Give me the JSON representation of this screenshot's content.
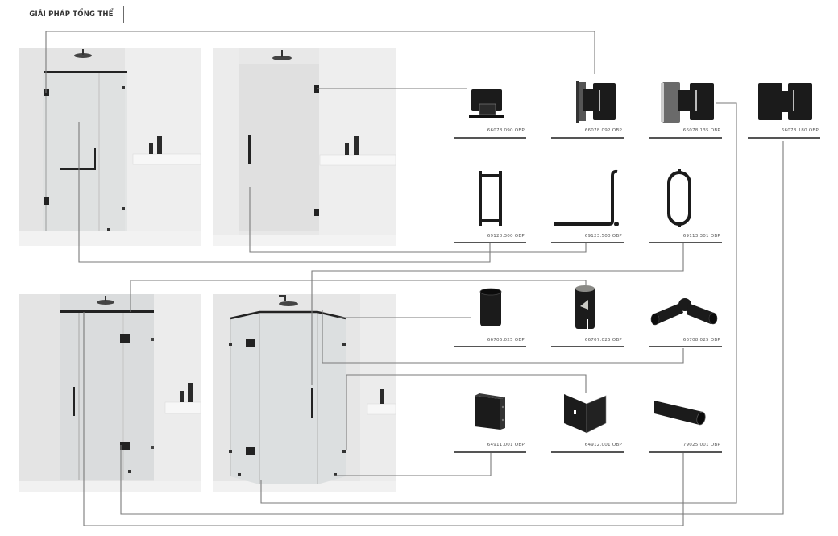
{
  "header": {
    "title": "GIẢI PHÁP TỔNG THỂ"
  },
  "photos": [
    {
      "id": "shower-1",
      "label": "shower-enclosure-sliding-hinged"
    },
    {
      "id": "shower-2",
      "label": "shower-enclosure-single-door"
    },
    {
      "id": "shower-3",
      "label": "shower-enclosure-hinged-panels"
    },
    {
      "id": "shower-4",
      "label": "shower-enclosure-corner-pentagon"
    }
  ],
  "products": {
    "row1": [
      {
        "code": "66078.090 OBP",
        "type": "glass-wall-hinge"
      },
      {
        "code": "66078.092 OBP",
        "type": "glass-glass-hinge"
      },
      {
        "code": "66078.135 OBP",
        "type": "glass-hinge-135"
      },
      {
        "code": "66078.180 OBP",
        "type": "glass-hinge-180"
      }
    ],
    "row2": [
      {
        "code": "69120.300 OBP",
        "type": "pull-handle-straight"
      },
      {
        "code": "69123.500 OBP",
        "type": "towel-bar-handle"
      },
      {
        "code": "69113.301 OBP",
        "type": "pull-handle-loop"
      }
    ],
    "row3": [
      {
        "code": "66706.025 OBP",
        "type": "tube-wall-flange"
      },
      {
        "code": "66707.025 OBP",
        "type": "tube-glass-connector"
      },
      {
        "code": "66708.025 OBP",
        "type": "tube-angle-connector"
      }
    ],
    "row4": [
      {
        "code": "64911.001 OBP",
        "type": "glass-clamp-wall"
      },
      {
        "code": "64912.001 OBP",
        "type": "glass-clamp-90"
      },
      {
        "code": "79025.001 OBP",
        "type": "support-tube"
      }
    ]
  },
  "colors": {
    "line": "#7a7a7a",
    "product": "#1b1b1b",
    "photo_bg": "#e6e6e6"
  }
}
